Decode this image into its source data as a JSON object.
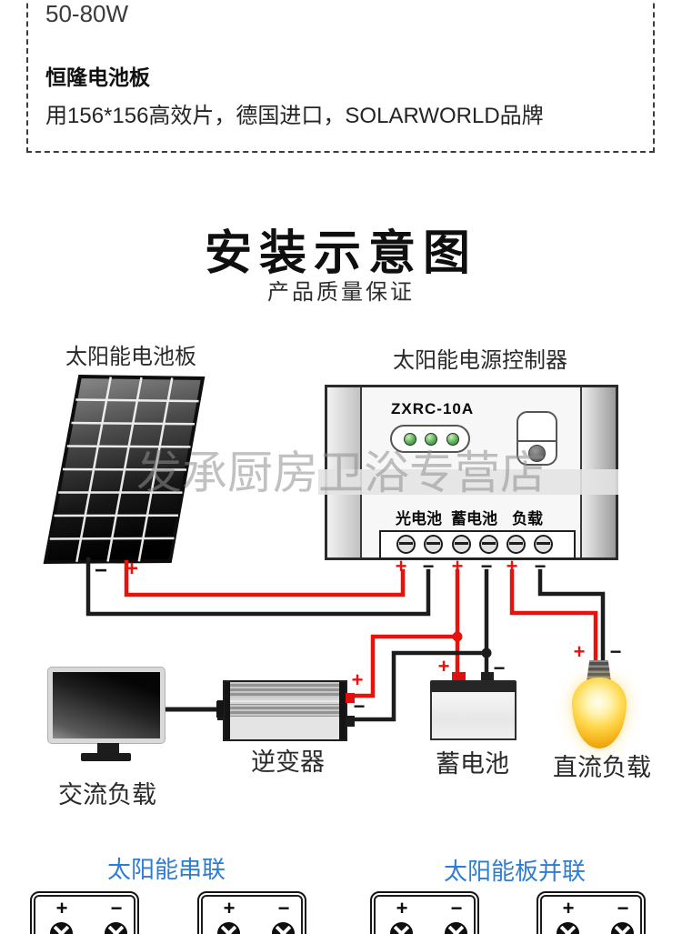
{
  "product_box": {
    "wattage": "50-80W",
    "title": "恒隆电池板",
    "description": "用156*156高效片，德国进口，SOLARWORLD品牌"
  },
  "header": {
    "title": "安装示意图",
    "subtitle": "产品质量保证"
  },
  "diagram": {
    "watermark": "发承厨房卫浴专营店",
    "solar_panel_label": "太阳能电池板",
    "controller_label": "太阳能电源控制器",
    "controller": {
      "model": "ZXRC-10A",
      "terminals": [
        "光电池",
        "蓄电池",
        "负载"
      ],
      "led_count": 3
    },
    "devices": {
      "ac_load": "交流负载",
      "inverter": "逆变器",
      "battery": "蓄电池",
      "dc_load": "直流负载"
    },
    "symbols": {
      "plus": "+",
      "minus": "−"
    }
  },
  "bottom": {
    "series_label": "太阳能串联",
    "parallel_label": "太阳能板并联"
  },
  "colors": {
    "wire_red": "#e8120c",
    "wire_black": "#1c1c1c",
    "label_blue": "#2d7dd2",
    "led_green": "#55b054",
    "bulb_yellow": "#f6b81f"
  }
}
